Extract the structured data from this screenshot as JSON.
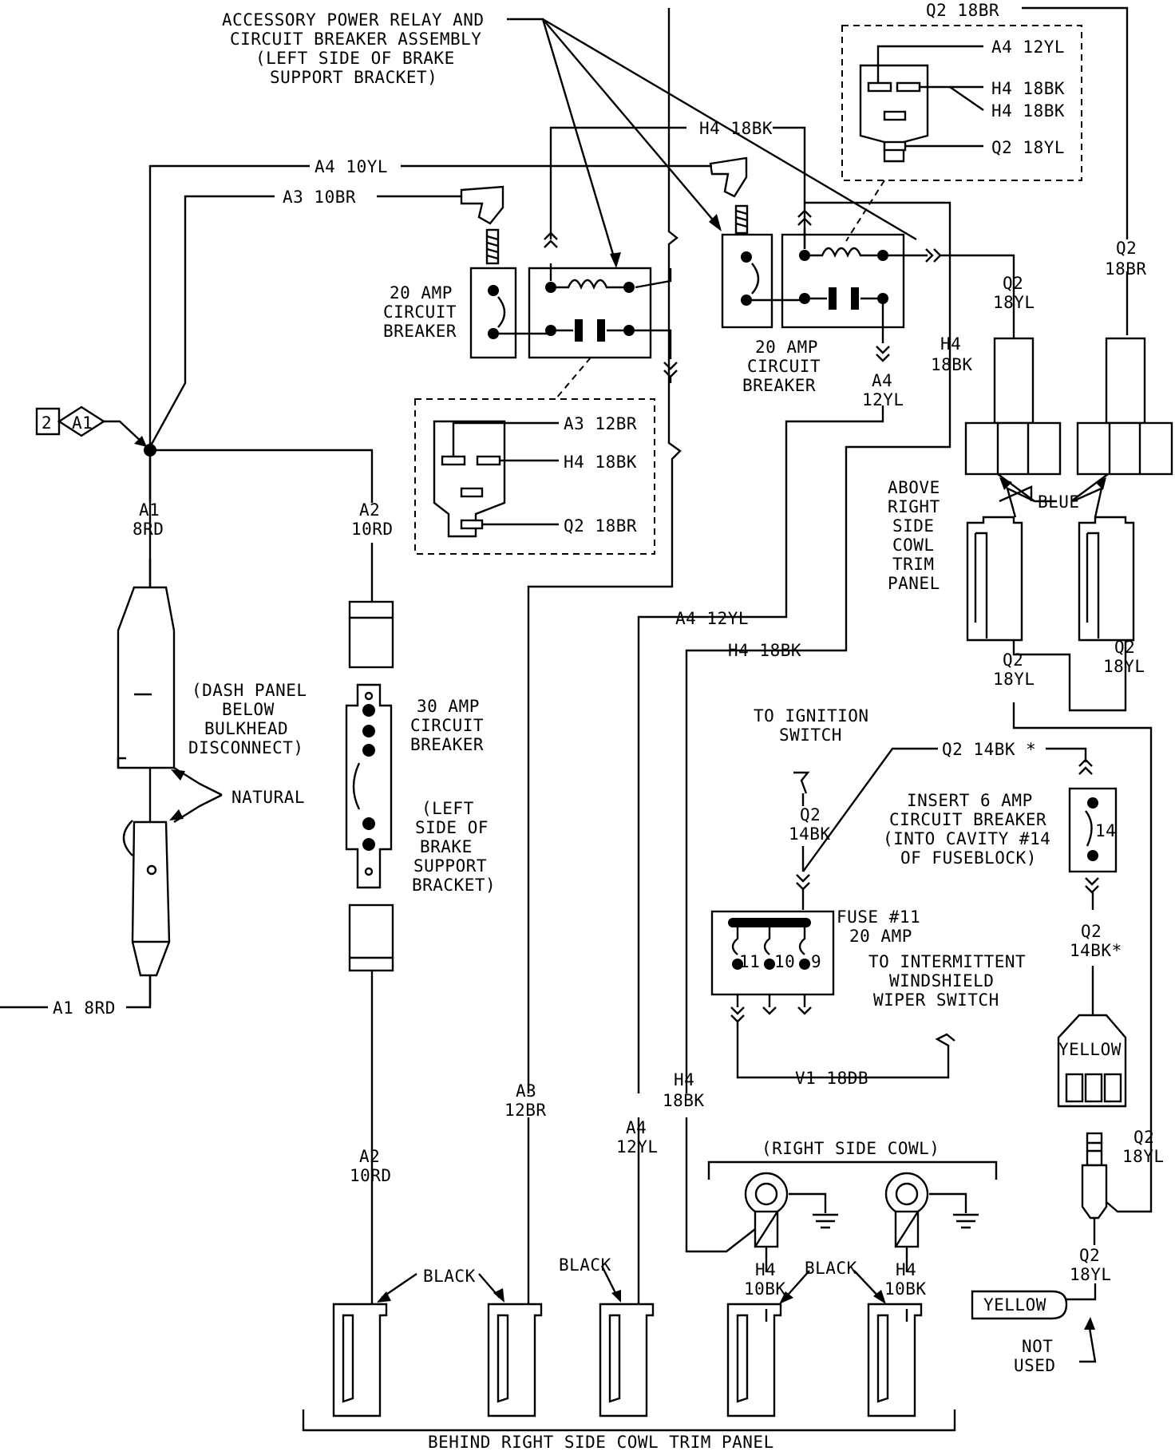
{
  "labels": {
    "assy_line1": "ACCESSORY POWER RELAY AND",
    "assy_line2": "CIRCUIT BREAKER ASSEMBLY",
    "assy_line3": "(LEFT SIDE OF BRAKE",
    "assy_line4": "SUPPORT BRACKET)",
    "q2_18br_top": "Q2 18BR",
    "h4_18bk_top": "H4 18BK",
    "a4_10yl": "A4 10YL",
    "a3_10br": "A3 10BR",
    "cb20_left_1": "20 AMP",
    "cb20_left_2": "CIRCUIT",
    "cb20_left_3": "BREAKER",
    "cb20_right_1": "20 AMP",
    "cb20_right_2": "CIRCUIT",
    "cb20_right_3": "BREAKER",
    "conn_r_a4": "A4 12YL",
    "conn_r_h4a": "H4 18BK",
    "conn_r_h4b": "H4 18BK",
    "conn_r_q2": "Q2 18YL",
    "conn_l_a3": "A3 12BR",
    "conn_l_h4": "H4 18BK",
    "conn_l_q2": "Q2 18BR",
    "q2_18yl_a": "Q2",
    "q2_18yl_b": "18YL",
    "q2_18br_a": "Q2",
    "q2_18br_b": "18BR",
    "h4_mid_a": "H4",
    "h4_mid_b": "18BK",
    "a4_mid_a": "A4",
    "a4_mid_b": "12YL",
    "a1_node": "A1",
    "a1_node_num": "2",
    "a1_8rd_a": "A1",
    "a1_8rd_b": "8RD",
    "a2_10rd_a": "A2",
    "a2_10rd_b": "10RD",
    "blue": "BLUE",
    "above_1": "ABOVE",
    "above_2": "RIGHT",
    "above_3": "SIDE",
    "above_4": "COWL",
    "above_5": "TRIM",
    "above_6": "PANEL",
    "a4_12yl_h": "A4 12YL",
    "h4_18bk_h": "H4 18BK",
    "q2_18yl_c_a": "Q2",
    "q2_18yl_c_b": "18YL",
    "q2_18yl_d_a": "Q2",
    "q2_18yl_d_b": "18YL",
    "dash_1": "(DASH PANEL",
    "dash_2": "BELOW",
    "dash_3": "BULKHEAD",
    "dash_4": "DISCONNECT)",
    "natural": "NATURAL",
    "cb30_1": "30 AMP",
    "cb30_2": "CIRCUIT",
    "cb30_3": "BREAKER",
    "left_1": "(LEFT",
    "left_2": "SIDE OF",
    "left_3": "BRAKE",
    "left_4": "SUPPORT",
    "left_5": "BRACKET)",
    "ign_1": "TO IGNITION",
    "ign_2": "SWITCH",
    "q2_14bk_top": "Q2 14BK *",
    "insert_1": "INSERT 6 AMP",
    "insert_2": "CIRCUIT BREAKER",
    "insert_3": "(INTO CAVITY #14",
    "insert_4": "OF FUSEBLOCK)",
    "cav_14": "14",
    "q2_14bk_a": "Q2",
    "q2_14bk_b": "14BK",
    "fuse_1": "FUSE #11",
    "fuse_2": "20 AMP",
    "fuse_c11": "11",
    "fuse_c10": "10",
    "fuse_c9": "9",
    "wiper_1": "TO INTERMITTENT",
    "wiper_2": "WINDSHIELD",
    "wiper_3": "WIPER SWITCH",
    "q2_14bk_star_a": "Q2",
    "q2_14bk_star_b": "14BK*",
    "yellow_conn": "YELLOW",
    "a1_8rd_h": "A1 8RD",
    "v1_18db": "V1 18DB",
    "a3_12br_a": "A3",
    "a3_12br_b": "12BR",
    "a4_12yl_a": "A4",
    "a4_12yl_b": "12YL",
    "h4_18bk_a": "H4",
    "h4_18bk_b": "18BK",
    "a2_10rd_c": "A2",
    "a2_10rd_d": "10RD",
    "q2_18yl_e_a": "Q2",
    "q2_18yl_e_b": "18YL",
    "rsc": "(RIGHT SIDE COWL)",
    "q2_18yl_f_a": "Q2",
    "q2_18yl_f_b": "18YL",
    "black_1": "BLACK",
    "black_2": "BLACK",
    "black_3": "BLACK",
    "h4_10bk_a": "H4",
    "h4_10bk_b": "10BK",
    "h4_10bk_c": "H4",
    "h4_10bk_d": "10BK",
    "yellow_tag": "YELLOW",
    "not_used_1": "NOT",
    "not_used_2": "USED",
    "behind": "BEHIND RIGHT SIDE COWL TRIM PANEL"
  }
}
